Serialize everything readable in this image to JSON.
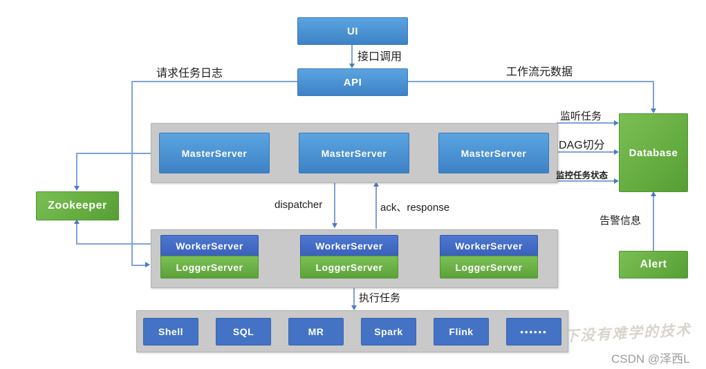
{
  "diagram": {
    "nodes": {
      "ui": "UI",
      "api": "API",
      "master_server": "MasterServer",
      "worker_server": "WorkerServer",
      "logger_server": "LoggerServer",
      "zookeeper": "Zookeeper",
      "database": "Database",
      "alert": "Alert",
      "task_types": [
        "Shell",
        "SQL",
        "MR",
        "Spark",
        "Flink",
        "••••••"
      ]
    },
    "edge_labels": {
      "interface_call": "接口调用",
      "request_task_log": "请求任务日志",
      "workflow_metadata": "工作流元数据",
      "listen_task": "监听任务",
      "dag_split": "DAG切分",
      "monitor_task_status": "监控任务状态",
      "dispatcher": "dispatcher",
      "ack_response": "ack、response",
      "alert_info": "告警信息",
      "execute_task": "执行任务"
    },
    "colors": {
      "light_blue_box": "#4a90d5",
      "worker_blue_box": "#3e66c0",
      "green_box": "#64ad3d",
      "task_blue_box": "#4472c4",
      "container_gray": "#c9c9c9",
      "connector_line": "#7da3d8",
      "arrowhead": "#4a7cc0"
    }
  },
  "watermark": {
    "faint_text": "下没有难学的技术",
    "credit": "CSDN @泽西L"
  }
}
